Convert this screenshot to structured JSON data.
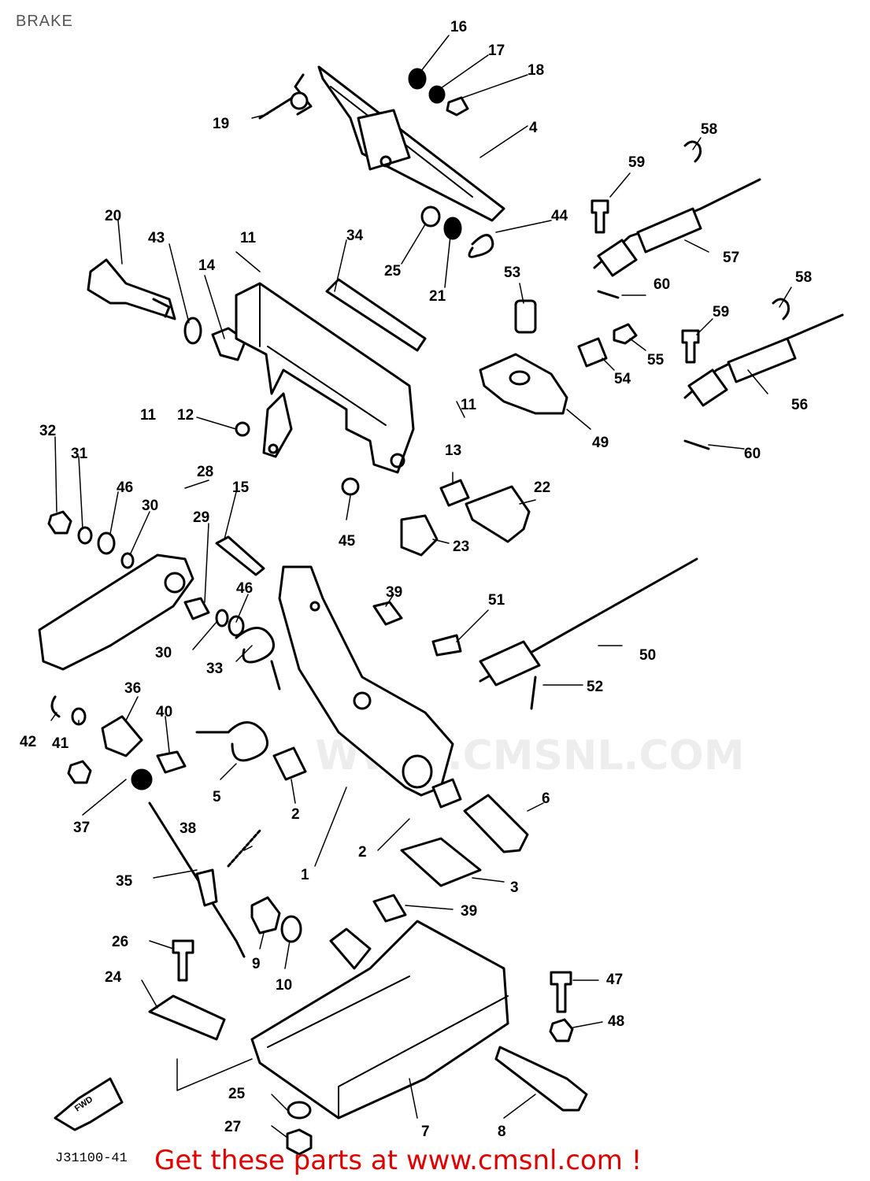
{
  "page": {
    "title": "BRAKE"
  },
  "diagram": {
    "drawing_code": "J31100-41",
    "watermark": "WWW.CMSNL.COM",
    "fwd_label": "FWD",
    "callouts": [
      "16",
      "17",
      "18",
      "19",
      "4",
      "58",
      "59",
      "20",
      "43",
      "11",
      "34",
      "44",
      "25",
      "21",
      "53",
      "57",
      "60",
      "14",
      "58",
      "59",
      "55",
      "54",
      "56",
      "11",
      "12",
      "11",
      "49",
      "60",
      "32",
      "31",
      "46",
      "30",
      "28",
      "15",
      "13",
      "22",
      "45",
      "23",
      "29",
      "46",
      "30",
      "39",
      "51",
      "50",
      "33",
      "52",
      "36",
      "40",
      "42",
      "41",
      "37",
      "5",
      "2",
      "6",
      "38",
      "2",
      "35",
      "1",
      "3",
      "39",
      "26",
      "9",
      "10",
      "24",
      "47",
      "48",
      "25",
      "27",
      "7",
      "8"
    ]
  },
  "banner": {
    "text": "Get these parts at www.cmsnl.com !"
  },
  "colors": {
    "banner": "#e00000",
    "ink": "#000000"
  }
}
